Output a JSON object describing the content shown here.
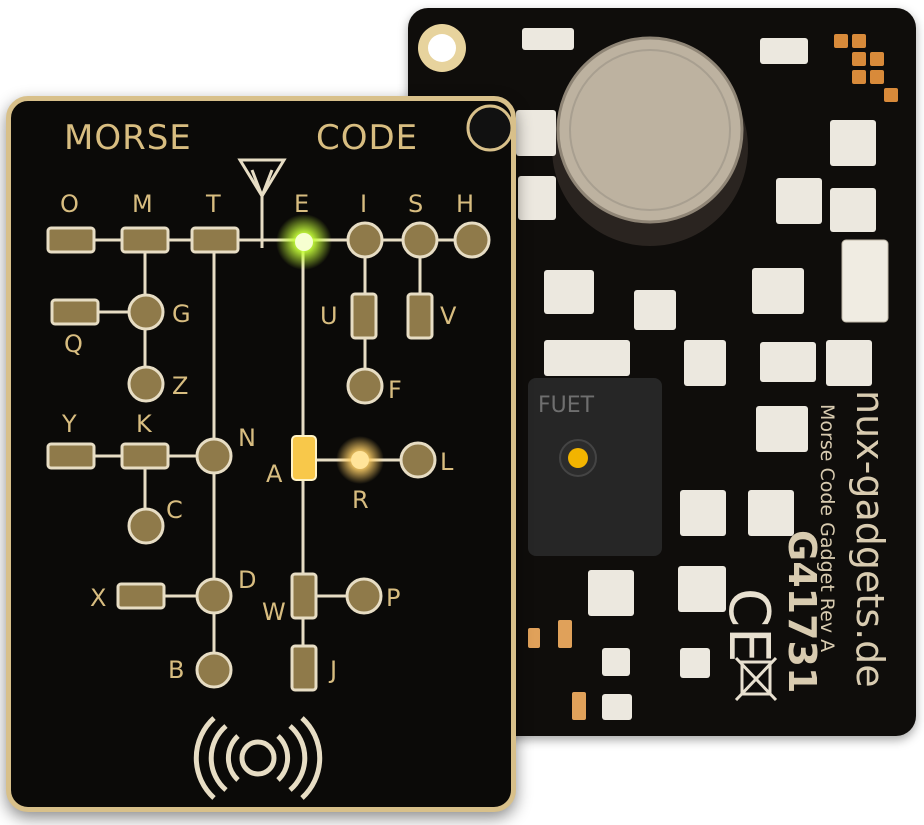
{
  "front": {
    "title_left": "MORSE",
    "title_right": "CODE",
    "letters": {
      "O": "O",
      "M": "M",
      "T": "T",
      "E": "E",
      "I": "I",
      "S": "S",
      "H": "H",
      "G": "G",
      "Q": "Q",
      "Z": "Z",
      "U": "U",
      "V": "V",
      "F": "F",
      "Y": "Y",
      "K": "K",
      "N": "N",
      "A": "A",
      "R": "R",
      "L": "L",
      "C": "C",
      "X": "X",
      "D": "D",
      "W": "W",
      "P": "P",
      "B": "B",
      "J": "J"
    }
  },
  "back": {
    "domain": "nux-gadgets.de",
    "subtitle": "Morse Code Gadget Rev A",
    "model": "G41731",
    "ce_mark": "CE",
    "buzzer_label": "FUET"
  },
  "colors": {
    "gold": "#d8bd80",
    "board": "#0b0a08",
    "led_green": "#c6ff3a",
    "led_yellow": "#ffe08a"
  }
}
